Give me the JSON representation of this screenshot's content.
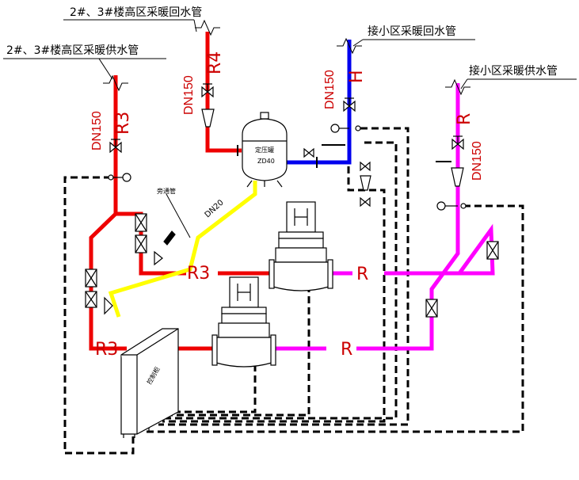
{
  "labels": {
    "r4_return_pipe": "2#、3#楼高区采暖回水管",
    "r3_supply_pipe": "2#、3#楼高区采暖供水管",
    "district_return_pipe": "接小区采暖回水管",
    "district_supply_pipe": "接小区采暖供水管",
    "dn150": "DN150",
    "dn20": "DN20",
    "r3": "R3",
    "r4": "R4",
    "h": "H",
    "r": "R",
    "bypass_pipe": "旁通管",
    "tank_label": "定压罐",
    "tank_model": "ZD40",
    "control_cabinet": "控制柜"
  },
  "colors": {
    "red": "#ee0000",
    "blue": "#0000ee",
    "magenta": "#ff00ff",
    "yellow": "#ffff00",
    "black": "#000000",
    "text_red": "#cc0000"
  },
  "icons": [
    "gate-valve-icon",
    "check-valve-icon",
    "filter-icon",
    "pressure-gauge-icon",
    "pump-icon",
    "expansion-tank-icon",
    "control-cabinet-icon",
    "break-symbol-icon"
  ]
}
